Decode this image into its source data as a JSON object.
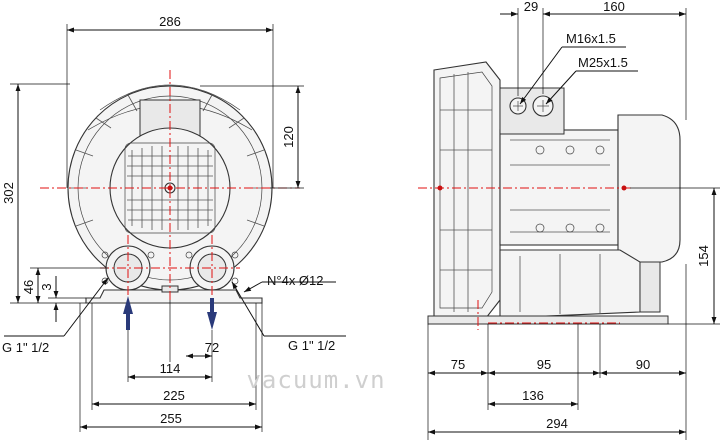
{
  "front_view": {
    "overall_width": "286",
    "shaft_height": "302",
    "shaft_to_top": "120",
    "foot_height": "46",
    "foot_thickness": "3",
    "port_spacing": "114",
    "port_offset": "72",
    "foot_inner_width": "225",
    "foot_outer_width": "255",
    "mounting_holes": "N°4x Ø12",
    "inlet_thread": "G 1\" 1/2",
    "outlet_thread": "G 1\" 1/2"
  },
  "side_view": {
    "box_offset": "29",
    "box_to_end": "160",
    "cable_gland_small": "M16x1.5",
    "cable_gland_large": "M25x1.5",
    "right_height": "154",
    "left_segment": "75",
    "middle_segment": "95",
    "right_segment": "90",
    "foot_span": "136",
    "overall_length": "294"
  },
  "watermark": "vacuum.vn"
}
